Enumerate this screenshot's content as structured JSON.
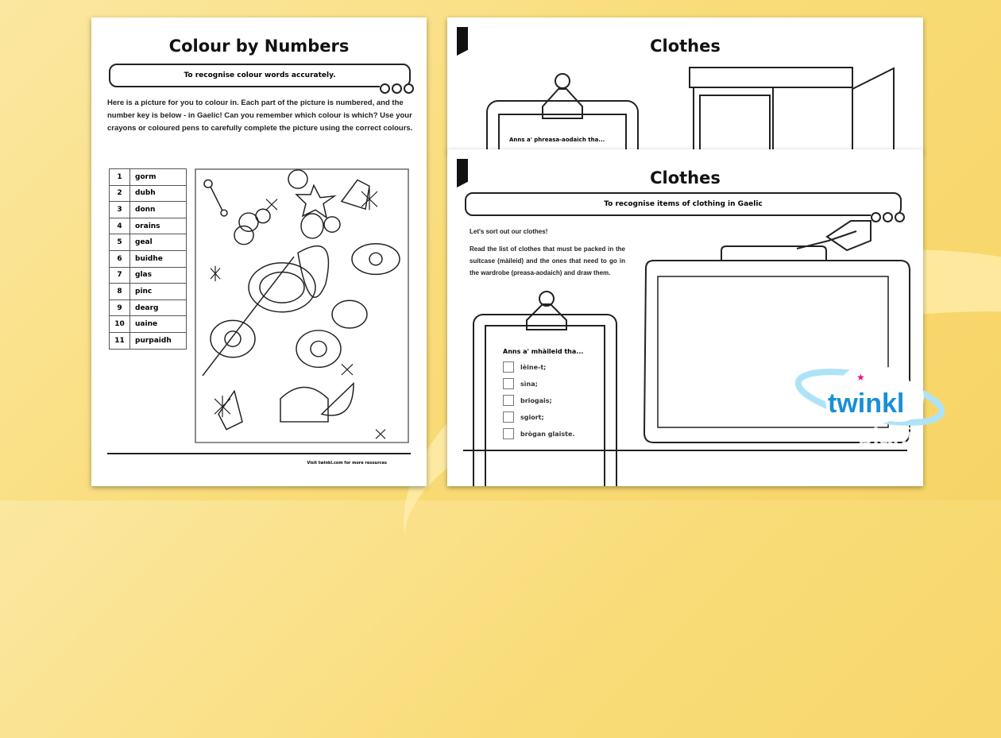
{
  "left_page": {
    "title": "Colour by Numbers",
    "objective": "To recognise colour words accurately.",
    "instructions": "Here is a picture for you to colour in. Each part of the picture is numbered, and the number key is below - in Gaelic! Can you remember which colour is which? Use your crayons or coloured pens to carefully complete the picture using the correct colours.",
    "key": [
      [
        "1",
        "gorm"
      ],
      [
        "2",
        "dubh"
      ],
      [
        "3",
        "donn"
      ],
      [
        "4",
        "orains"
      ],
      [
        "5",
        "geal"
      ],
      [
        "6",
        "buidhe"
      ],
      [
        "7",
        "glas"
      ],
      [
        "8",
        "pinc"
      ],
      [
        "9",
        "dearg"
      ],
      [
        "10",
        "uaine"
      ],
      [
        "11",
        "purpaidh"
      ]
    ],
    "footer": "Visit twinkl.com for more resources"
  },
  "back_page": {
    "title": "Clothes",
    "clipboard_heading": "Anns a' phreasa-aodaich tha..."
  },
  "front_page": {
    "title": "Clothes",
    "objective": "To recognise items of clothing in Gaelic",
    "intro": "Let's sort out our clothes!",
    "instructions": "Read the list of clothes that must be packed in the suitcase (màileid) and the ones that need to go in the wardrobe (preasa-aodaich) and draw them.",
    "clipboard_heading": "Anns a' mhàileid tha...",
    "items": [
      "lèine-t;",
      "sìna;",
      "briogais;",
      "sgiort;",
      "brògan glaiste."
    ]
  },
  "branding": {
    "logo": "twinkl",
    "sub": "planit",
    "accent": "#1a8fd8",
    "star": "#e8157a"
  }
}
